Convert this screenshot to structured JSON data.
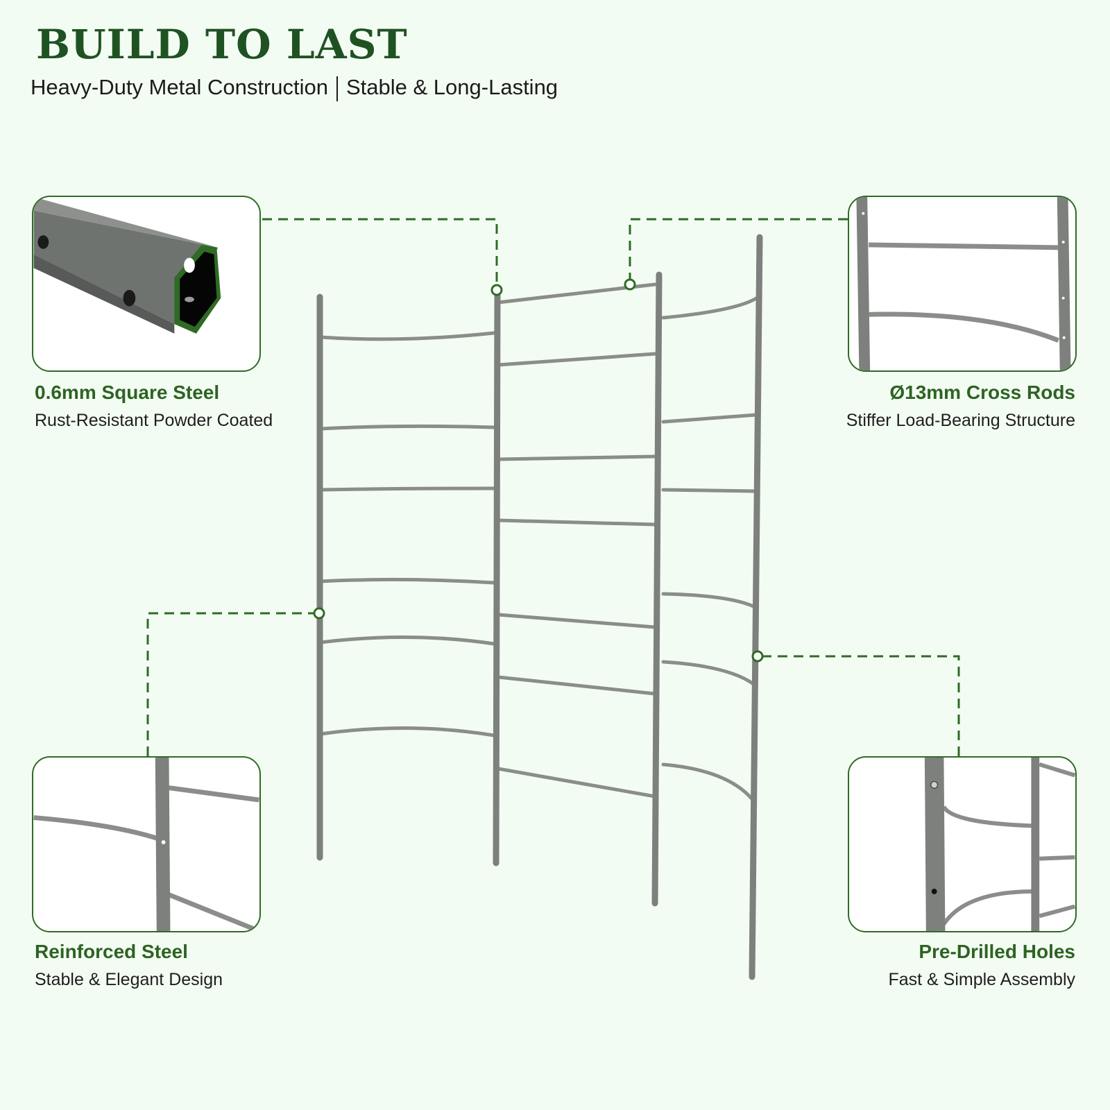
{
  "header": {
    "title": "BUILD TO LAST",
    "subtitle_left": "Heavy-Duty Metal Construction",
    "subtitle_right": "Stable & Long-Lasting"
  },
  "colors": {
    "accent_green": "#2f6b25",
    "title_green": "#1f5223",
    "background": "#f3fcf3",
    "steel_gray": "#8a8d8a"
  },
  "features": [
    {
      "title": "0.6mm Square Steel",
      "subtitle": "Rust-Resistant Powder Coated",
      "icon": "square-tube-icon"
    },
    {
      "title": "Ø13mm Cross Rods",
      "subtitle": "Stiffer Load-Bearing Structure",
      "icon": "cross-rod-icon"
    },
    {
      "title": "Reinforced Steel",
      "subtitle": "Stable & Elegant Design",
      "icon": "reinforced-joint-icon"
    },
    {
      "title": "Pre-Drilled Holes",
      "subtitle": "Fast & Simple Assembly",
      "icon": "drilled-hole-icon"
    }
  ]
}
